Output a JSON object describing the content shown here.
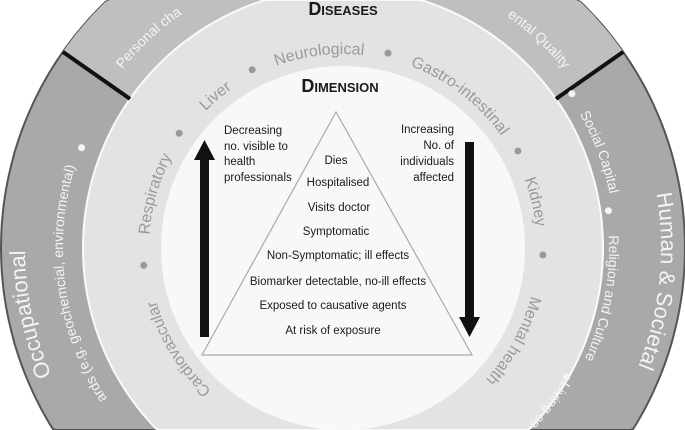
{
  "diagram": {
    "diseases_title": "Diseases",
    "dimension_title": "Dimension",
    "diseases": [
      "Neurological",
      "Gastro-intestinal",
      "Kidney",
      "Mental health",
      "Cardiovascular",
      "Respiratory",
      "Liver"
    ],
    "outer_ring": {
      "top_left": "Personal cha",
      "top_right": "ental Quality",
      "left_label": "Occupational",
      "left_sub": "ards (e.g. geochemcial, environmental)",
      "right_label": "Human & Societal",
      "right_items": [
        "Social Capital",
        "Religion and Culture",
        "Living co"
      ]
    },
    "pyramid_levels": [
      "Dies",
      "Hospitalised",
      "Visits doctor",
      "Symptomatic",
      "Non-Symptomatic; ill effects",
      "Biomarker detectable, no-ill effects",
      "Exposed to causative agents",
      "At risk of exposure"
    ],
    "left_arrow_text": [
      "Decreasing",
      "no. visible to",
      "health",
      "professionals"
    ],
    "right_arrow_text": [
      "Increasing",
      "No. of",
      "individuals",
      "affected"
    ]
  },
  "colors": {
    "outer_ring": "#a9a9a9",
    "outer_top_sector": "#bfbfbf",
    "disease_ring": "#e3e3e3",
    "inner_circle": "#f8f8f8"
  }
}
